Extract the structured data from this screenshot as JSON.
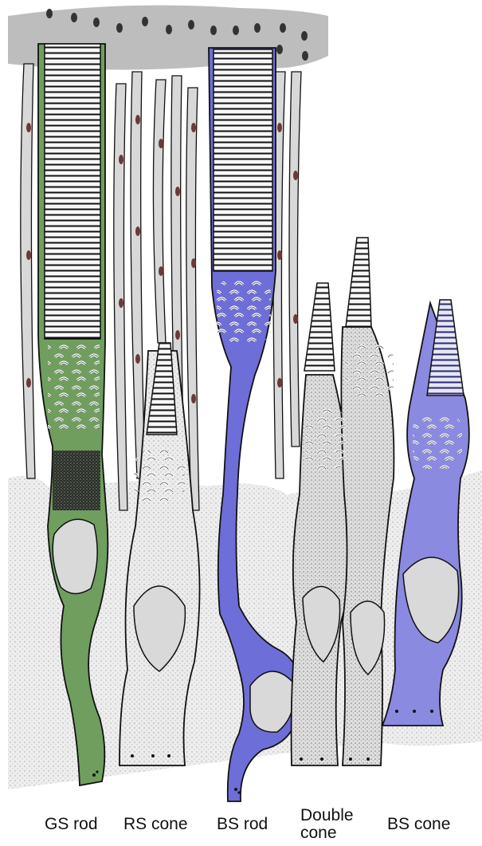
{
  "labels": {
    "gs_rod": "GS rod",
    "rs_cone": "RS cone",
    "bs_rod": "BS rod",
    "double_cone": "Double\ncone",
    "bs_cone": "BS cone"
  },
  "colors": {
    "gs_rod": "#6f9e5e",
    "bs_rod": "#6e6ed8",
    "bs_cone": "#8a8ae0",
    "tissue": "#e4e4e4",
    "outline": "#111111",
    "nucleus": "#d9d9d9"
  }
}
